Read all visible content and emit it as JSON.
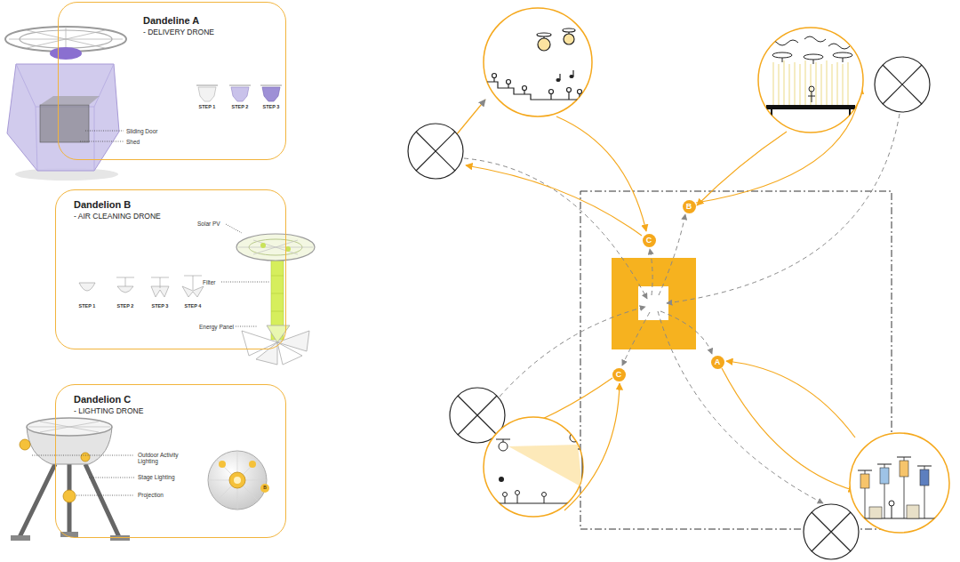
{
  "diagram": {
    "nodes": [
      {
        "text": [
          "Dandeline A",
          "- DELIVERY DRONE"
        ]
      },
      {
        "text": [
          "Dandelion B",
          "- AIR CLEANING DRONE"
        ]
      },
      {
        "text": [
          "Dandelion C",
          "- LIGHTING DRONE"
        ]
      },
      {
        "text": [
          "B"
        ]
      },
      {
        "text": [
          "C"
        ]
      },
      {
        "text": [
          "A"
        ]
      },
      {
        "text": [
          "C"
        ]
      }
    ],
    "labels": [
      "STEP 1",
      "STEP 2",
      "STEP 3",
      "Sliding Door",
      "Shed",
      "Solar PV",
      "Filter",
      "Energy Panel",
      "STEP 1",
      "STEP 2",
      "STEP 3",
      "STEP 4",
      "Outdoor Activity Lighting",
      "Stage Lighting",
      "Projection",
      "B"
    ]
  }
}
